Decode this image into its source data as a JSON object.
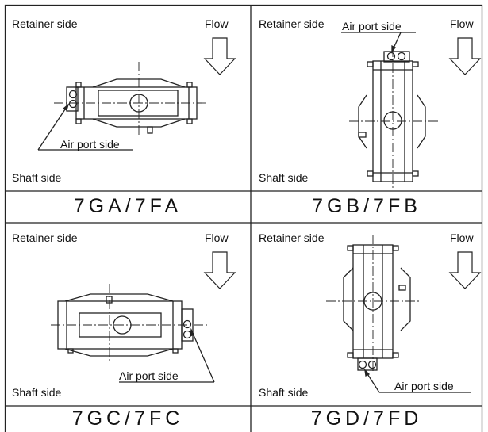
{
  "panels": [
    {
      "retainer": "Retainer side",
      "flow": "Flow",
      "shaft": "Shaft side",
      "airport": "Air port side",
      "model": "7GA/7FA"
    },
    {
      "retainer": "Retainer side",
      "flow": "Flow",
      "shaft": "Shaft side",
      "airport": "Air port side",
      "model": "7GB/7FB"
    },
    {
      "retainer": "Retainer side",
      "flow": "Flow",
      "shaft": "Shaft side",
      "airport": "Air port side",
      "model": "7GC/7FC"
    },
    {
      "retainer": "Retainer side",
      "flow": "Flow",
      "shaft": "Shaft side",
      "airport": "Air port side",
      "model": "7GD/7FD"
    }
  ]
}
